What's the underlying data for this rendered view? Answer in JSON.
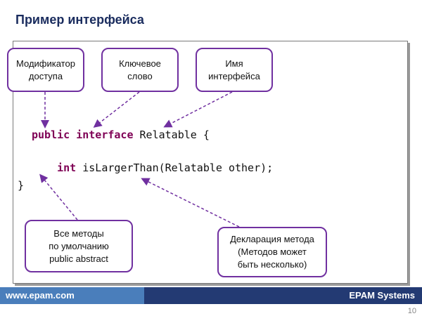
{
  "slide": {
    "title": "Пример интерфейса",
    "page_number": "10"
  },
  "code": {
    "line1": {
      "kw1": "public",
      "kw2": "interface",
      "rest": " Relatable {"
    },
    "line2": {
      "indent": "    ",
      "kw": "int",
      "rest": " isLargerThan(Relatable other);"
    },
    "line3": "}"
  },
  "callouts": {
    "access_modifier": [
      "Модификатор",
      "доступа"
    ],
    "keyword": [
      "Ключевое",
      "слово"
    ],
    "interface_name": [
      "Имя",
      "интерфейса"
    ],
    "default_methods": [
      "Все методы",
      "по умолчанию",
      "public abstract"
    ],
    "method_declaration": [
      "Декларация метода",
      "(Методов может",
      "быть несколько)"
    ]
  },
  "footer": {
    "url": "www.epam.com",
    "brand": "EPAM Systems"
  },
  "colors": {
    "title": "#1a2c5e",
    "keyword": "#7f0055",
    "callout_border": "#7030a0",
    "footer_left": "#4a7ebb",
    "footer_right": "#233a73"
  }
}
